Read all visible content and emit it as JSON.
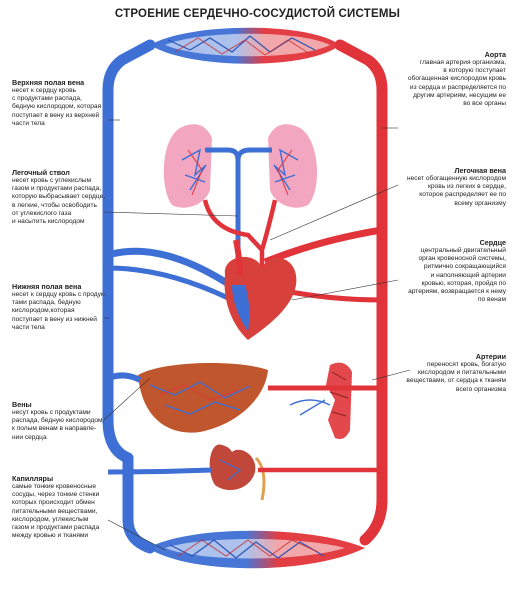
{
  "title": "СТРОЕНИЕ СЕРДЕЧНО-СОСУДИСТОЙ СИСТЕМЫ",
  "labels": {
    "vena_cava_superior": {
      "name": "Верхняя полая вена",
      "desc": [
        "несет к сердцу кровь",
        "с продуктами распада,",
        "бедную кислородом, которая",
        "поступает в вену из верхней",
        "части тела"
      ]
    },
    "pulmonary_trunk": {
      "name": "Легочный ствол",
      "desc": [
        "несет кровь с углекислым",
        "газом и продуктами распада,",
        "которую выбрасывает сердце,",
        "в легкие, чтобы освободить",
        "от углекислого газа",
        "и насытить кислородом"
      ]
    },
    "vena_cava_inferior": {
      "name": "Нижняя полая вена",
      "desc": [
        "несет к сердцу кровь с продук-",
        "тами распада, бедную",
        "кислородом,которая",
        "поступает в вену из нижней",
        "части тела"
      ]
    },
    "veins": {
      "name": "Вены",
      "desc": [
        "несут кровь с продуктами",
        "распада, бедную кислородом,",
        "к полым венам в направле-",
        "нии сердца"
      ]
    },
    "capillaries": {
      "name": "Капилляры",
      "desc": [
        "самые тонкие кровеносные",
        "сосуды, через тонкие стенки",
        "которых происходит обмен",
        "питательными веществами,",
        "кислородом, углекислым",
        "газом и продуктами распада",
        "между кровью и тканями"
      ]
    },
    "aorta": {
      "name": "Аорта",
      "desc": [
        "главная артерия организма,",
        "в которую поступает",
        "обогащенная кислородом кровь",
        "из сердца и распределяется по",
        "другим артериям, несущим ее",
        "во все органы"
      ]
    },
    "pulmonary_vein": {
      "name": "Легочная вена",
      "desc": [
        "несет обогащенную кислородом",
        "кровь из легких в сердце,",
        "которое распределяет ее по",
        "всему организму"
      ]
    },
    "heart": {
      "name": "Сердце",
      "desc": [
        "центральный двигательный",
        "орган кровеносной системы,",
        "ритмично сокращающийся",
        "и наполняющий артерии",
        "кровью, которая, пройдя по",
        "артериям, возвращается к нему",
        "по венам"
      ]
    },
    "arteries": {
      "name": "Артерии",
      "desc": [
        "переносят кровь, богатую",
        "кислородом и питательными",
        "веществами, от сердца к тканям",
        "всего организма"
      ]
    }
  },
  "colors": {
    "vein": "#3d6fd4",
    "artery": "#e0343a",
    "lung": "#f2a6c0",
    "liver": "#c0562e",
    "heart": "#d8403c",
    "kidney": "#c1473a",
    "leader": "#333333"
  }
}
